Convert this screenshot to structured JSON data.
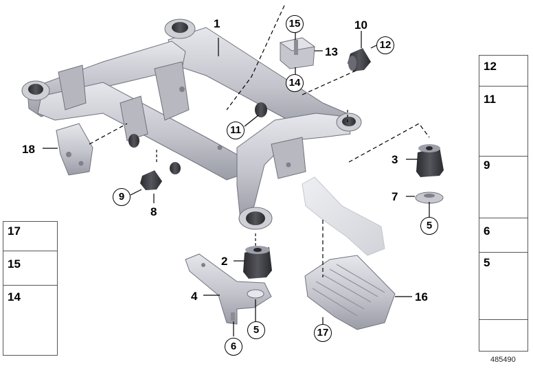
{
  "diagram_id": "485490",
  "callouts": {
    "c1": "1",
    "c2": "2",
    "c3": "3",
    "c4": "4",
    "c5a": "5",
    "c5b": "5",
    "c6": "6",
    "c7": "7",
    "c8": "8",
    "c9": "9",
    "c10": "10",
    "c11": "11",
    "c12": "12",
    "c13": "13",
    "c14": "14",
    "c15": "15",
    "c16": "16",
    "c17": "17",
    "c18": "18"
  },
  "legend_right": [
    "12",
    "11",
    "9",
    "6",
    "5"
  ],
  "legend_left": [
    "17",
    "15",
    "14"
  ],
  "colors": {
    "part_fill": "#c7c8cf",
    "part_dark": "#8d8f99",
    "part_light": "#e4e5ea",
    "rubber": "#3b3b40",
    "line": "#000000",
    "ghost": "#dcdde3"
  }
}
